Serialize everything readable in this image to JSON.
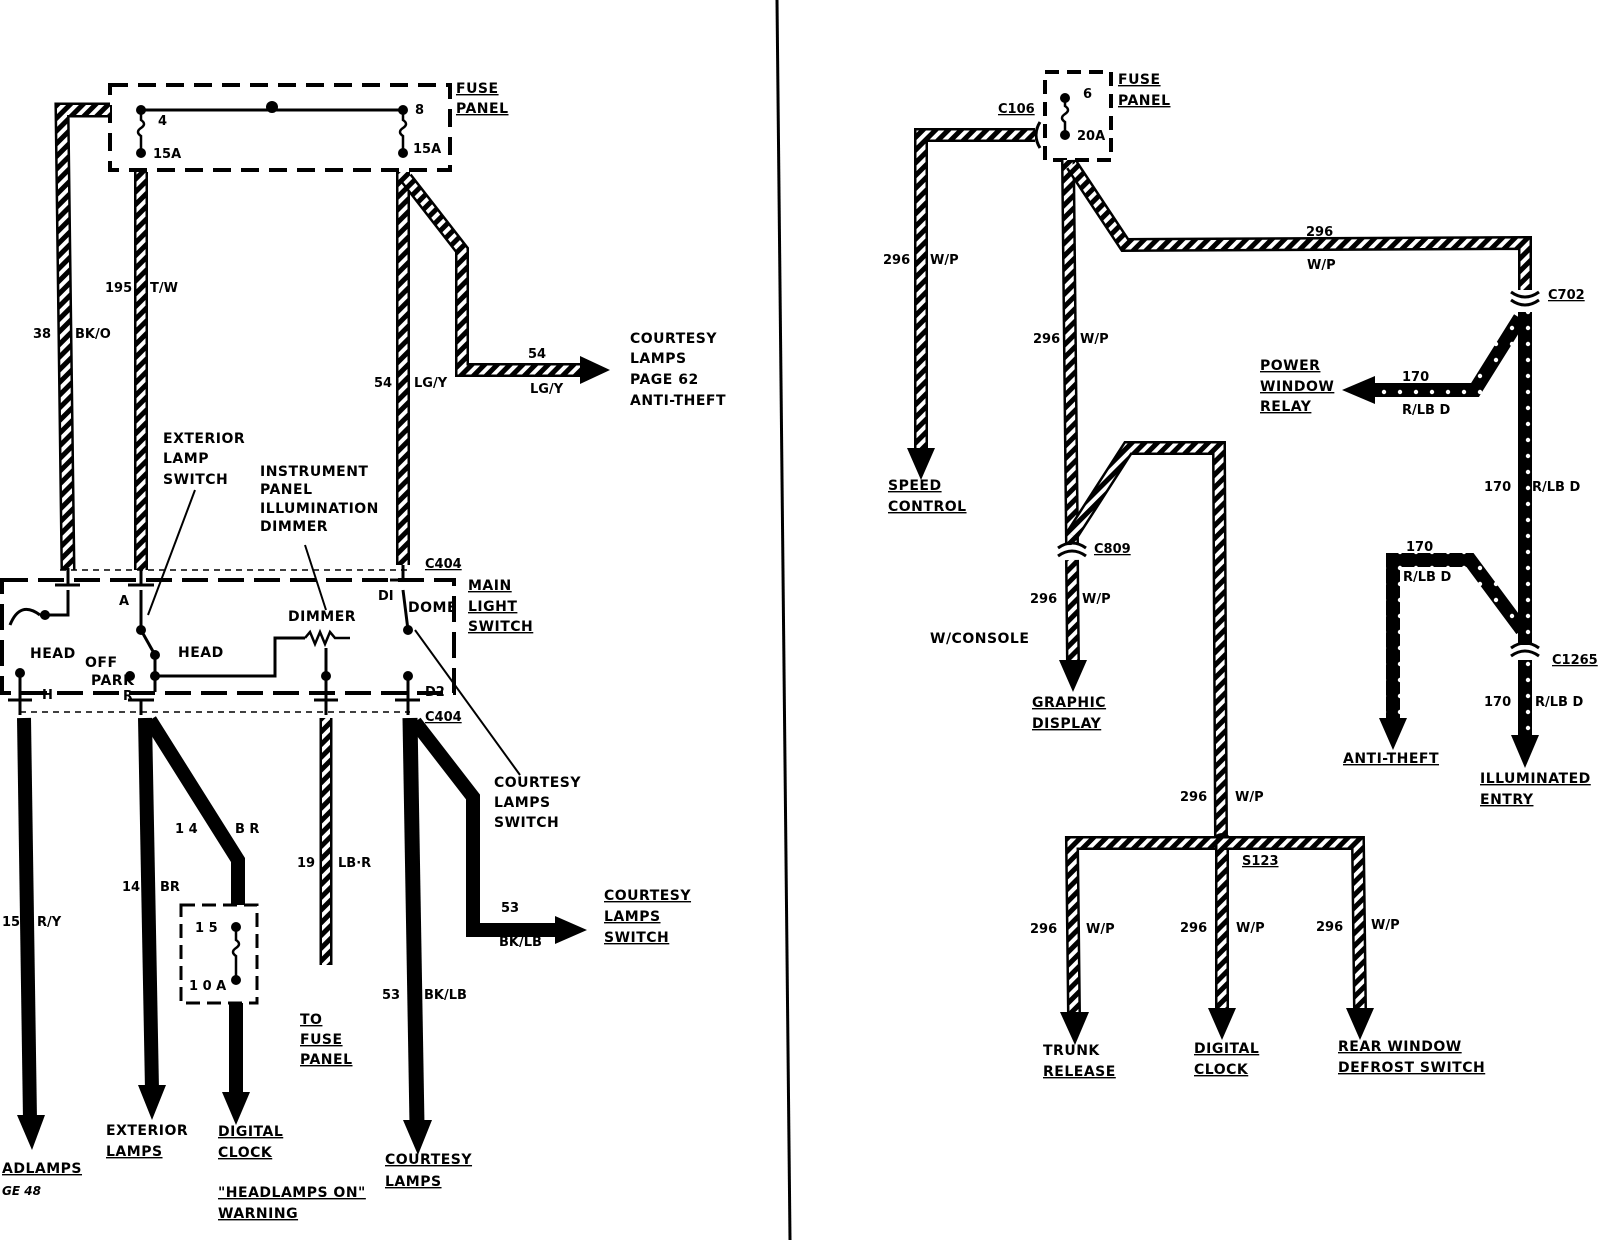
{
  "left_panel": {
    "fuse_panel": [
      "FUSE",
      "PANEL"
    ],
    "fuse4": "4",
    "fuse4_amp": "15A",
    "fuse8": "8",
    "fuse8_amp": "15A",
    "w38_num": "38",
    "w38_color": "BK/O",
    "w195_num": "195",
    "w195_color": "T/W",
    "w54a_num": "54",
    "w54a_color": "LG/Y",
    "w54b_num": "54",
    "w54b_color": "LG/Y",
    "courtesy_top": [
      "COURTESY",
      "LAMPS",
      "PAGE 62",
      "ANTI-THEFT"
    ],
    "ext_switch": [
      "EXTERIOR",
      "LAMP",
      "SWITCH"
    ],
    "ip_dimmer": [
      "INSTRUMENT",
      "PANEL",
      "ILLUMINATION",
      "DIMMER"
    ],
    "c404_top": "C404",
    "main_switch": [
      "MAIN",
      "LIGHT",
      "SWITCH"
    ],
    "pin_a": "A",
    "pin_d1": "DI",
    "dome": "DOME",
    "dimmer": "DIMMER",
    "head_left": "HEAD",
    "head_right": "HEAD",
    "off": "OFF",
    "park": "PARK",
    "pin_h": "H",
    "pin_r": "R",
    "pin_d2": "D2",
    "c404_bot": "C404",
    "courtesy_switch_call": [
      "COURTESY",
      "LAMPS",
      "SWITCH"
    ],
    "w14a_num": "1 4",
    "w14a_color": "B R",
    "w14b_num": "14",
    "w14b_color": "BR",
    "w15_num": "15",
    "w15_color": "R/Y",
    "w19_num": "19",
    "w19_color": "LB·R",
    "fuse15": "1 5",
    "fuse15_amp": "1 0 A",
    "w53a_num": "53",
    "w53a_color": "BK/LB",
    "w53b_num": "53",
    "w53b_color": "BK/LB",
    "courtesy_switch": [
      "COURTESY",
      "LAMPS",
      "SWITCH"
    ],
    "to_fuse": [
      "TO",
      "FUSE",
      "PANEL"
    ],
    "adlamps": "ADLAMPS",
    "page48": "GE 48",
    "exterior_lamps": [
      "EXTERIOR",
      "LAMPS"
    ],
    "digital_clock": [
      "DIGITAL",
      "CLOCK"
    ],
    "headlamps_on": [
      "\"HEADLAMPS ON\"",
      "WARNING"
    ],
    "courtesy_lamps": [
      "COURTESY",
      "LAMPS"
    ]
  },
  "right_panel": {
    "fuse_panel": [
      "FUSE",
      "PANEL"
    ],
    "fuse6": "6",
    "fuse6_amp": "20A",
    "c106": "C106",
    "w296a_num": "296",
    "w296a_color": "W/P",
    "w296b_num": "296",
    "w296b_color": "W/P",
    "w296c_num": "296",
    "w296c_color": "W/P",
    "c702": "C702",
    "power_relay": [
      "POWER",
      "WINDOW",
      "RELAY"
    ],
    "w170a_num": "170",
    "w170a_color": "R/LB D",
    "w170b_num": "170",
    "w170b_color": "R/LB D",
    "w170c_num": "170",
    "w170c_color": "R/LB D",
    "w170d_num": "170",
    "w170d_color": "R/LB D",
    "speed_control": [
      "SPEED",
      "CONTROL"
    ],
    "c809": "C809",
    "w296d_num": "296",
    "w296d_color": "W/P",
    "w_console": "W/CONSOLE",
    "graphic_display": [
      "GRAPHIC",
      "DISPLAY"
    ],
    "c1265": "C1265",
    "anti_theft": "ANTI-THEFT",
    "illuminated_entry": [
      "ILLUMINATED",
      "ENTRY"
    ],
    "w296e_num": "296",
    "w296e_color": "W/P",
    "s123": "S123",
    "w296f_num": "296",
    "w296f_color": "W/P",
    "w296g_num": "296",
    "w296g_color": "W/P",
    "w296h_num": "296",
    "w296h_color": "W/P",
    "trunk_release": [
      "TRUNK",
      "RELEASE"
    ],
    "digital_clock": [
      "DIGITAL",
      "CLOCK"
    ],
    "rear_defrost": [
      "REAR WINDOW",
      "DEFROST SWITCH"
    ]
  }
}
